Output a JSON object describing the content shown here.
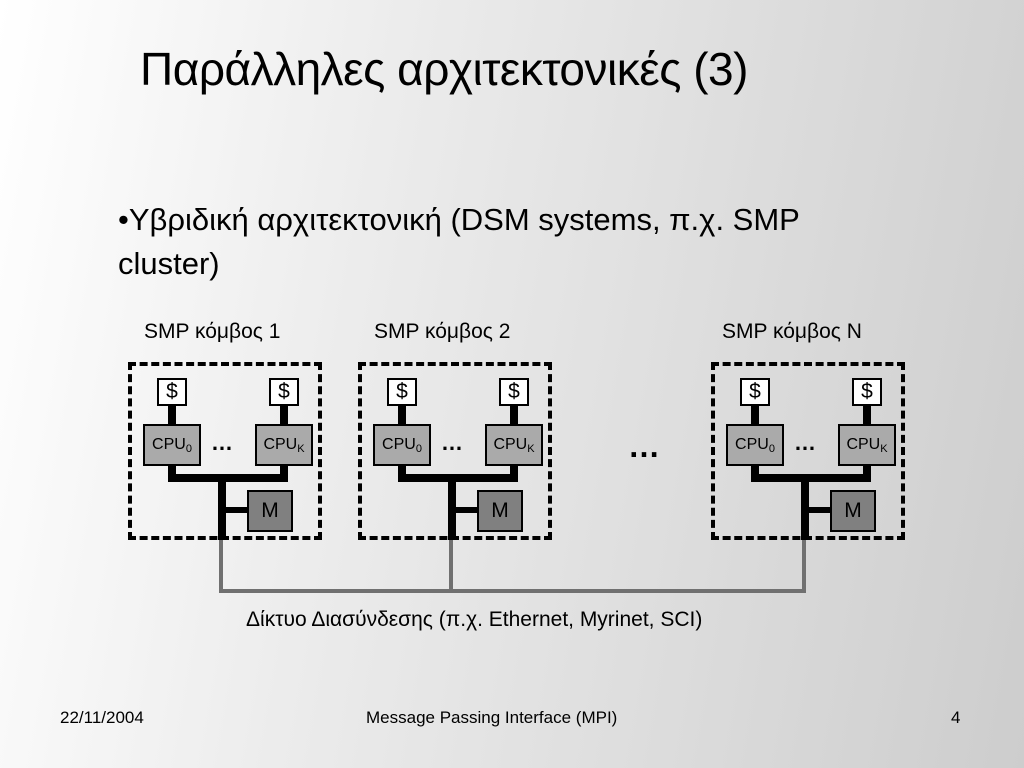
{
  "slide": {
    "title": "Παράλληλες αρχιτεκτονικές  (3)",
    "bullet": "•Υβριδική αρχιτεκτονική (DSM systems, π.χ. SMP cluster)"
  },
  "diagram": {
    "nodes": [
      {
        "label": "SMP κόμβος 1",
        "cache": "$",
        "cpu_name": "CPU",
        "cpu_first_sub": "0",
        "cpu_last_sub": "K",
        "cpu_dots": "…",
        "memory": "M"
      },
      {
        "label": "SMP κόμβος 2",
        "cache": "$",
        "cpu_name": "CPU",
        "cpu_first_sub": "0",
        "cpu_last_sub": "K",
        "cpu_dots": "…",
        "memory": "M"
      },
      {
        "label": "SMP κόμβος N",
        "cache": "$",
        "cpu_name": "CPU",
        "cpu_first_sub": "0",
        "cpu_last_sub": "K",
        "cpu_dots": "…",
        "memory": "M"
      }
    ],
    "between_nodes_dots": "…",
    "network_label": "Δίκτυο Διασύνδεσης (π.χ. Ethernet, Myrinet, SCI)",
    "colors": {
      "cpu_fill": "#aaaaaa",
      "memory_fill": "#808080",
      "cache_fill": "#ffffff",
      "network_line": "#707070"
    }
  },
  "footer": {
    "date": "22/11/2004",
    "center": "Message Passing Interface (MPI)",
    "page": "4"
  }
}
